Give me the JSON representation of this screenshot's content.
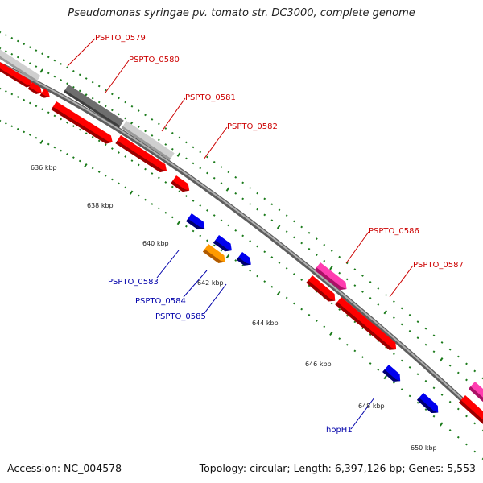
{
  "title": "Pseudomonas syringae pv. tomato str. DC3000, complete genome",
  "footer": {
    "accession": "Accession: NC_004578",
    "topology": "Topology: circular; Length: 6,397,126 bp; Genes: 5,553"
  },
  "ticks": [
    "636 kbp",
    "638 kbp",
    "640 kbp",
    "642 kbp",
    "644 kbp",
    "646 kbp",
    "648 kbp",
    "650 kbp"
  ],
  "gene_labels": {
    "PSPTO_0579": "PSPTO_0579",
    "PSPTO_0580": "PSPTO_0580",
    "PSPTO_0581": "PSPTO_0581",
    "PSPTO_0582": "PSPTO_0582",
    "PSPTO_0583": "PSPTO_0583",
    "PSPTO_0584": "PSPTO_0584",
    "PSPTO_0585": "PSPTO_0585",
    "PSPTO_0586": "PSPTO_0586",
    "PSPTO_0587": "PSPTO_0587",
    "hopH1": "hopH1"
  },
  "colors": {
    "forward_label": "#cc0000",
    "reverse_label": "#0000aa",
    "cds_red": "#ff0000",
    "cds_blue": "#0000ee",
    "cds_orange": "#ff9900",
    "cds_pink": "#ff33aa",
    "grey_light": "#cccccc",
    "grey_dark": "#666666",
    "backbone": "#888888",
    "dots": "#1a7a1a"
  }
}
